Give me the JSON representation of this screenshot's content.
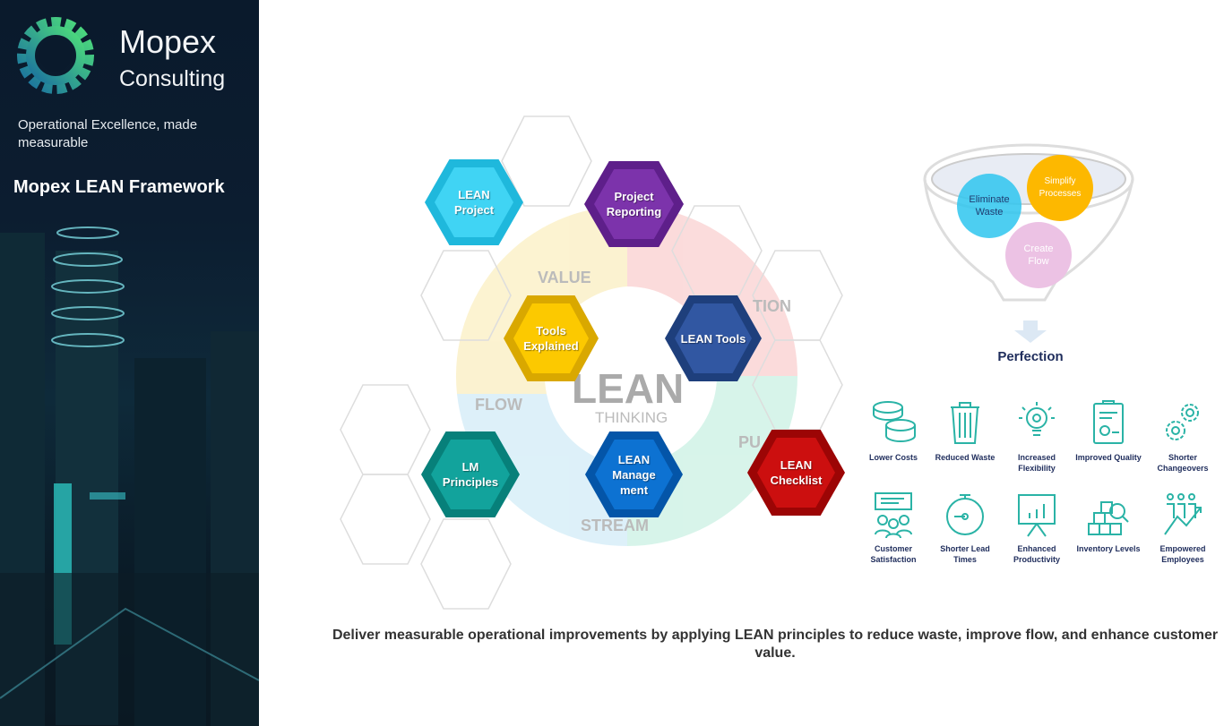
{
  "sidebar": {
    "brand_name": "Mopex",
    "brand_sub": "Consulting",
    "tagline": "Operational Excellence, made measurable",
    "framework_title": "Mopex LEAN Framework"
  },
  "diagram": {
    "background_words": {
      "value": "VALUE",
      "flow": "FLOW",
      "stream": "STREAM",
      "tion": "TION",
      "pu": "PU",
      "lean": "LEAN",
      "thinking": "THINKING"
    },
    "hexes": [
      {
        "label": "LEAN Project",
        "color": "#3fd0f0"
      },
      {
        "label": "Project Reporting",
        "color": "#7a2fa8"
      },
      {
        "label": "Tools Explained",
        "color": "#f5c400"
      },
      {
        "label": "LEAN Tools",
        "color": "#2d56a0"
      },
      {
        "label": "LM Principles",
        "color": "#0f9e98"
      },
      {
        "label": "LEAN Manage ment",
        "color": "#0a6fcf"
      },
      {
        "label": "LEAN Checklist",
        "color": "#c80a0a"
      }
    ]
  },
  "funnel": {
    "circles": [
      "Eliminate Waste",
      "Simplify Processes",
      "Create Flow"
    ],
    "result": "Perfection"
  },
  "benefits": [
    "Lower Costs",
    "Reduced Waste",
    "Increased Flexibility",
    "Improved Quality",
    "Shorter Changeovers",
    "Customer Satisfaction",
    "Shorter Lead Times",
    "Enhanced Productivity",
    "Inventory Levels",
    "Empowered Employees"
  ],
  "caption": "Deliver measurable operational improvements by applying LEAN principles to reduce waste, improve flow, and enhance customer value."
}
